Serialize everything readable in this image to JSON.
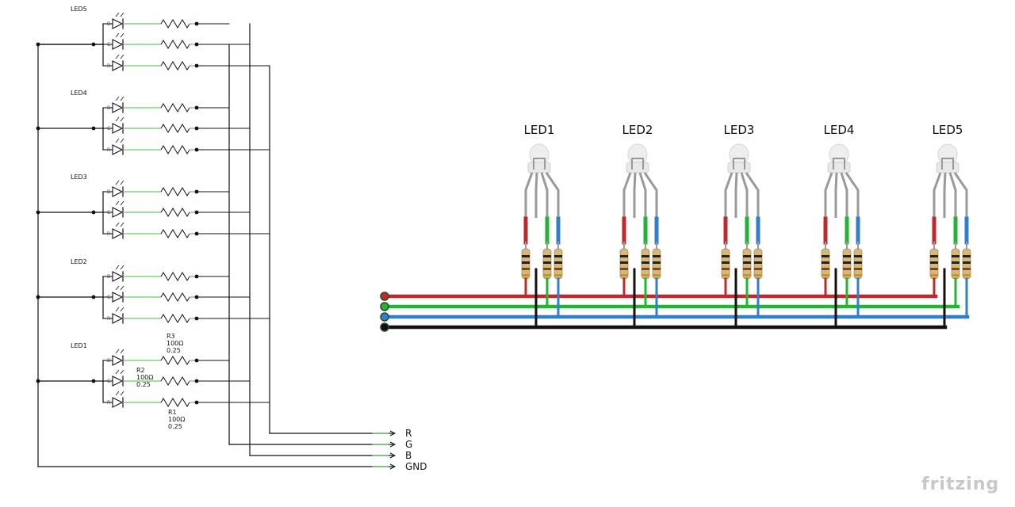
{
  "schematic": {
    "led_labels": [
      "LED5",
      "LED4",
      "LED3",
      "LED2",
      "LED1"
    ],
    "pin_labels": [
      "B",
      "G",
      "R"
    ],
    "resistors": [
      {
        "name": "R3",
        "value": "100Ω",
        "power": "0.25"
      },
      {
        "name": "R2",
        "value": "100Ω",
        "power": "0.25"
      },
      {
        "name": "R1",
        "value": "100Ω",
        "power": "0.25"
      }
    ],
    "nets": [
      "R",
      "G",
      "B",
      "GND"
    ]
  },
  "breadboard": {
    "led_labels": [
      "LED1",
      "LED2",
      "LED3",
      "LED4",
      "LED5"
    ],
    "wire_colors": {
      "red": "#c0282a",
      "green": "#22b432",
      "blue": "#2f7fce",
      "black": "#111111"
    }
  },
  "brand": "fritzing"
}
